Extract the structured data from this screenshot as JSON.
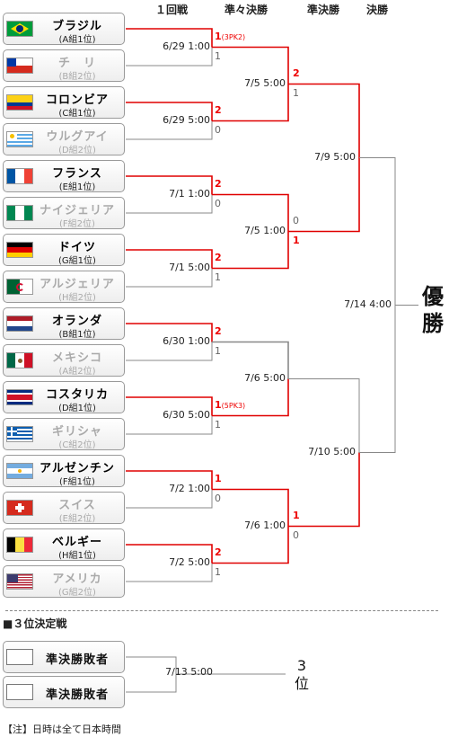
{
  "headers": {
    "r16": "１回戦",
    "qf": "準々決勝",
    "sf": "準決勝",
    "final": "決勝"
  },
  "teams": [
    {
      "name": "ブラジル",
      "group": "(A組1位)",
      "flag": "brazil-flag-icon",
      "state": "win"
    },
    {
      "name": "チ　リ",
      "group": "(B組2位)",
      "flag": "chile-flag-icon",
      "state": "lose"
    },
    {
      "name": "コロンビア",
      "group": "(C組1位)",
      "flag": "colombia-flag-icon",
      "state": "win"
    },
    {
      "name": "ウルグアイ",
      "group": "(D組2位)",
      "flag": "uruguay-flag-icon",
      "state": "lose"
    },
    {
      "name": "フランス",
      "group": "(E組1位)",
      "flag": "france-flag-icon",
      "state": "win"
    },
    {
      "name": "ナイジェリア",
      "group": "(F組2位)",
      "flag": "nigeria-flag-icon",
      "state": "lose"
    },
    {
      "name": "ドイツ",
      "group": "(G組1位)",
      "flag": "germany-flag-icon",
      "state": "win"
    },
    {
      "name": "アルジェリア",
      "group": "(H組2位)",
      "flag": "algeria-flag-icon",
      "state": "lose"
    },
    {
      "name": "オランダ",
      "group": "(B組1位)",
      "flag": "netherlands-flag-icon",
      "state": "win"
    },
    {
      "name": "メキシコ",
      "group": "(A組2位)",
      "flag": "mexico-flag-icon",
      "state": "lose"
    },
    {
      "name": "コスタリカ",
      "group": "(D組1位)",
      "flag": "costa-rica-flag-icon",
      "state": "win"
    },
    {
      "name": "ギリシャ",
      "group": "(C組2位)",
      "flag": "greece-flag-icon",
      "state": "lose"
    },
    {
      "name": "アルゼンチン",
      "group": "(F組1位)",
      "flag": "argentina-flag-icon",
      "state": "win"
    },
    {
      "name": "スイス",
      "group": "(E組2位)",
      "flag": "switzerland-flag-icon",
      "state": "lose"
    },
    {
      "name": "ベルギー",
      "group": "(H組1位)",
      "flag": "belgium-flag-icon",
      "state": "win"
    },
    {
      "name": "アメリカ",
      "group": "(G組2位)",
      "flag": "usa-flag-icon",
      "state": "lose"
    }
  ],
  "r16": [
    {
      "time": "6/29 1:00",
      "top": "1",
      "top_note": "(3PK2)",
      "bottom": "1",
      "winner": "top"
    },
    {
      "time": "6/29 5:00",
      "top": "2",
      "top_note": "",
      "bottom": "0",
      "winner": "top"
    },
    {
      "time": "7/1 1:00",
      "top": "2",
      "top_note": "",
      "bottom": "0",
      "winner": "top"
    },
    {
      "time": "7/1 5:00",
      "top": "2",
      "top_note": "",
      "bottom": "1",
      "winner": "top"
    },
    {
      "time": "6/30 1:00",
      "top": "2",
      "top_note": "",
      "bottom": "1",
      "winner": "top"
    },
    {
      "time": "6/30 5:00",
      "top": "1",
      "top_note": "(5PK3)",
      "bottom": "1",
      "winner": "top"
    },
    {
      "time": "7/2 1:00",
      "top": "1",
      "top_note": "",
      "bottom": "0",
      "winner": "top"
    },
    {
      "time": "7/2 5:00",
      "top": "2",
      "top_note": "",
      "bottom": "1",
      "winner": "top"
    }
  ],
  "qf": [
    {
      "time": "7/5 5:00",
      "top": "2",
      "bottom": "1",
      "winner": "top"
    },
    {
      "time": "7/5 1:00",
      "top": "0",
      "bottom": "1",
      "winner": "bottom"
    },
    {
      "time": "7/6 5:00",
      "top": "",
      "bottom": "",
      "winner": ""
    },
    {
      "time": "7/6 1:00",
      "top": "1",
      "bottom": "0",
      "winner": "top"
    }
  ],
  "sf": [
    {
      "time": "7/9 5:00"
    },
    {
      "time": "7/10 5:00"
    }
  ],
  "final": {
    "time": "7/14 4:00",
    "label": "優勝"
  },
  "third_place": {
    "section": "■３位決定戦",
    "team1": "準決勝敗者",
    "team2": "準決勝敗者",
    "time": "7/13 5:00",
    "label": "3位"
  },
  "note": "【注】日時は全て日本時間",
  "colors": {
    "win_line": "#e00000",
    "line": "#888888"
  }
}
